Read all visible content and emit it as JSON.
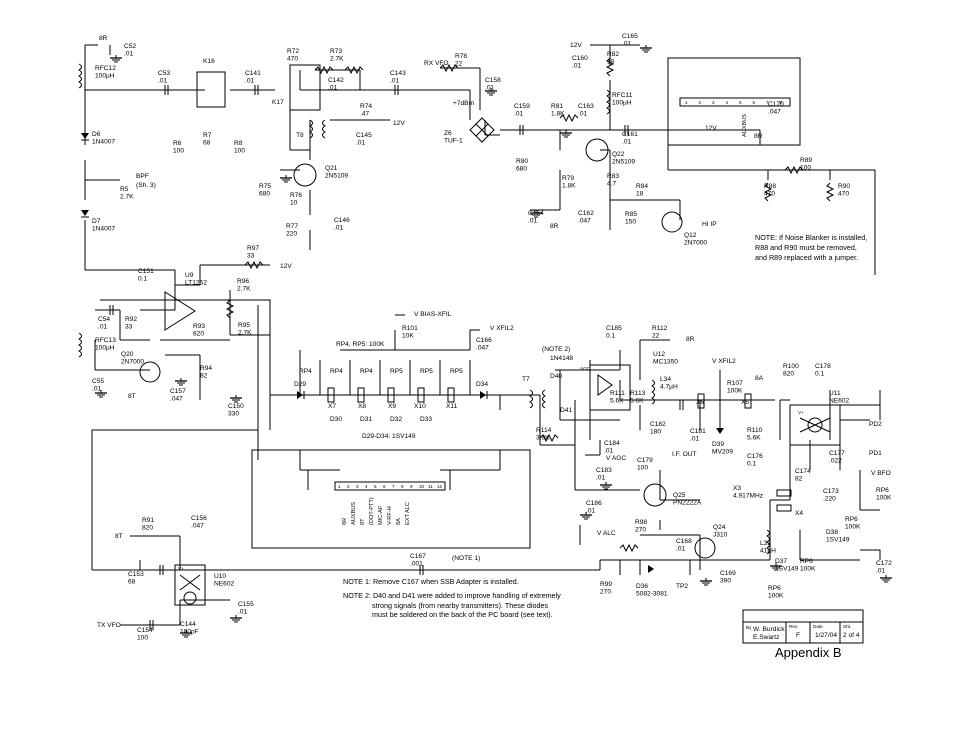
{
  "nets": {
    "n8R": "8R",
    "n12V": "12V",
    "n12V_k17": "12V",
    "n12V_u9": "12V",
    "rx_vfo": "RX VFO",
    "tx_vfo": "TX VFO",
    "plus7dbm": "+7dBm",
    "hi_ip": "HI IP",
    "bpf": "BPF",
    "bpf_sh": "(Sh. 3)",
    "v_bias_xfil": "V BIAS-XFIL",
    "v_xfil2_a": "V XFIL2",
    "v_xfil2_b": "V XFIL2",
    "n8R_u12": "8R",
    "n8A": "8A",
    "n8T_q20": "8T",
    "n8T_u10": "8T",
    "n8R_q22": "8R",
    "v_agc": "V AGC",
    "v_alc": "V ALC",
    "v_bfo": "V BFO",
    "if_out": "I.F. OUT",
    "pd1": "PD1",
    "pd2": "PD2",
    "tp2": "TP2",
    "agc_label": "AGC",
    "n12V_conn": "12V",
    "n8R_conn": "8R",
    "conn_auxbus": "AUXBUS",
    "v_plus": "V+",
    "v_plus2": "V+"
  },
  "components": {
    "c52": [
      "C52",
      ".01"
    ],
    "rfc12": [
      "RFC12",
      "100µH"
    ],
    "c53": [
      "C53",
      ".01"
    ],
    "k16": "K16",
    "k17": "K17",
    "c141": [
      "C141",
      ".01"
    ],
    "r72": [
      "R72",
      "470"
    ],
    "r73": [
      "R73",
      "2.7K"
    ],
    "c142": [
      "C142",
      ".01"
    ],
    "c143": [
      "C143",
      ".01"
    ],
    "r78": [
      "R78",
      "22"
    ],
    "c158": [
      "C158",
      ".01"
    ],
    "r74": [
      "R74",
      ".47"
    ],
    "t8": "T8",
    "c145": [
      "C145",
      ".01"
    ],
    "q21": [
      "Q21",
      "2N5109"
    ],
    "r75": [
      "R75",
      "680"
    ],
    "r76": [
      "R76",
      "10"
    ],
    "r77": [
      "R77",
      "220"
    ],
    "c146": [
      "C146",
      ".01"
    ],
    "r6": [
      "R6",
      "100"
    ],
    "r7": [
      "R7",
      "68"
    ],
    "r8": [
      "R8",
      "100"
    ],
    "d6": [
      "D6",
      "1N4007"
    ],
    "r5": [
      "R5",
      "2.7K"
    ],
    "d7": [
      "D7",
      "1N4007"
    ],
    "z6": [
      "Z6",
      "TUF-1"
    ],
    "c159": [
      "C159",
      ".01"
    ],
    "r81": [
      "R81",
      "1.8K"
    ],
    "c163": [
      "C163",
      ".01"
    ],
    "c160": [
      "C160",
      ".01"
    ],
    "r82": [
      "R82",
      "18"
    ],
    "c165": [
      "C165",
      ".01"
    ],
    "rfc11": [
      "RFC11",
      "100µH"
    ],
    "c161": [
      "C161",
      ".01"
    ],
    "r80": [
      "R80",
      "680"
    ],
    "r79": [
      "R79",
      "1.8K"
    ],
    "q22": [
      "Q22",
      "2N5109"
    ],
    "r83": [
      "R83",
      "4.7"
    ],
    "r84": [
      "R84",
      "18"
    ],
    "c164": [
      "C164",
      ".01"
    ],
    "c162": [
      "C162",
      ".047"
    ],
    "r85": [
      "R85",
      "150"
    ],
    "q12": [
      "Q12",
      "2N7000"
    ],
    "c170": [
      "C170",
      ".047"
    ],
    "r89": [
      "R89",
      "100"
    ],
    "r88": [
      "R88",
      "470"
    ],
    "r90": [
      "R90",
      "470"
    ],
    "r97": [
      "R97",
      "33"
    ],
    "c151": [
      "C151",
      "0.1"
    ],
    "u9": [
      "U9",
      "LT1252"
    ],
    "r96": [
      "R96",
      "2.7K"
    ],
    "c54": [
      "C54",
      ".01"
    ],
    "r92": [
      "R92",
      "33"
    ],
    "r93": [
      "R93",
      "820"
    ],
    "r95": [
      "R95",
      "2.7K"
    ],
    "rfc13": [
      "RFC13",
      "100µH"
    ],
    "q20": [
      "Q20",
      "2N7000"
    ],
    "r94": [
      "R94",
      "82"
    ],
    "c55": [
      "C55",
      ".01"
    ],
    "c157": [
      "C157",
      ".047"
    ],
    "c150": [
      "C150",
      "330"
    ],
    "r101": [
      "R101",
      "10K"
    ],
    "c166": [
      "C166",
      ".047"
    ],
    "rp4_rp5": "RP4, RP5:  100K",
    "rp4a": "RP4",
    "rp4b": "RP4",
    "rp4c": "RP4",
    "rp5a": "RP5",
    "rp5b": "RP5",
    "rp5c": "RP5",
    "d29": "D29",
    "d30": "D30",
    "d31": "D31",
    "d32": "D32",
    "d33": "D33",
    "d34": "D34",
    "x7": "X7",
    "x8": "X8",
    "x9": "X9",
    "x10": "X10",
    "x11": "X11",
    "d29_34": "D29-D34:  1SV149",
    "t7": "T7",
    "r114": [
      "R114",
      "3.9K"
    ],
    "note2_ref": "(NOTE 2)",
    "n4148": "1N4148",
    "d40": "D40",
    "d41": "D41",
    "c185": [
      "C185",
      "0.1"
    ],
    "r112": [
      "R112",
      "22"
    ],
    "u12": [
      "U12",
      "MC1350"
    ],
    "r111": [
      "R111",
      "5.6K"
    ],
    "l34": [
      "L34",
      "4.7µH"
    ],
    "r113": [
      "R113",
      "5.6K"
    ],
    "c184": [
      "C184",
      ".01"
    ],
    "c183": [
      "C183",
      ".01"
    ],
    "c182": [
      "C182",
      "180"
    ],
    "c179": [
      "C179",
      "100"
    ],
    "c181": [
      "C181",
      ".01"
    ],
    "d39": [
      "D39",
      "MV209"
    ],
    "r107": [
      "R107",
      "100K"
    ],
    "x6": "X6",
    "x5": "X5",
    "r110": [
      "R110",
      "5.6K"
    ],
    "c176": [
      "C176",
      "0.1"
    ],
    "r100": [
      "R100",
      "820"
    ],
    "c178": [
      "C178",
      "0.1"
    ],
    "u11": [
      "U11",
      "NE602"
    ],
    "c177": [
      "C177",
      ".022"
    ],
    "c174": [
      "C174",
      "82"
    ],
    "x3": [
      "X3",
      "4.917MHz"
    ],
    "x4": "X4",
    "c173": [
      "C173",
      ".220"
    ],
    "rp6_a": [
      "RP6",
      "100K"
    ],
    "rp6_b": [
      "RP6",
      "100K"
    ],
    "rp6_c": [
      "RP6",
      "100K"
    ],
    "rp6_d": [
      "RP6",
      "100K"
    ],
    "c172": [
      "C172",
      ".01"
    ],
    "l33": [
      "L33",
      "41µH"
    ],
    "d38": [
      "D38",
      "1SV149"
    ],
    "d37": [
      "D37",
      "1SV149"
    ],
    "c169": [
      "C169",
      "390"
    ],
    "q25": [
      "Q25",
      "PN2222A"
    ],
    "c186": [
      "C186",
      ".01"
    ],
    "r98": [
      "R98",
      "270"
    ],
    "c168": [
      "C168",
      ".01"
    ],
    "q24": [
      "Q24",
      "J310"
    ],
    "r99": [
      "R99",
      "270"
    ],
    "d36": [
      "D36",
      "5082-3081"
    ],
    "c167": [
      "C167",
      ".001"
    ],
    "note1_ref": "(NOTE 1)",
    "r91": [
      "R91",
      "820"
    ],
    "c156": [
      "C156",
      ".047"
    ],
    "c153": [
      "C153",
      "68"
    ],
    "u10": [
      "U10",
      "NE602"
    ],
    "c155": [
      "C155",
      ".01"
    ],
    "c144": [
      "C144",
      "100pF"
    ],
    "c154": [
      "C154",
      "100"
    ]
  },
  "connector_pins": {
    "top_right": [
      "1",
      "2",
      "3",
      "4",
      "5",
      "6",
      "7",
      "8"
    ],
    "bottom": [
      "1",
      "2",
      "3",
      "4",
      "5",
      "6",
      "7",
      "8",
      "9",
      "10",
      "11",
      "12"
    ],
    "bottom_labels": [
      "8R",
      "AUXBUS",
      "8T",
      "(DOT-PTT)",
      "MIC-AF",
      "V-RF-H",
      "8A",
      "EXT ALC"
    ]
  },
  "notes": {
    "blanker": [
      "NOTE: If Noise Blanker is installed,",
      "R88 and R90 must be removed,",
      "and R89 replaced with a jumper."
    ],
    "note1": "NOTE 1:  Remove C167 when SSB Adapter is installed.",
    "note2": [
      "NOTE 2:  D40 and D41 were added to improve handling of extremely",
      "strong signals (from nearby transmitters). These diodes",
      "must be soldered on the back of the PC board (see text)."
    ]
  },
  "title_block": {
    "by_label": "By",
    "by": [
      "W. Burdick",
      "E.Swartz"
    ],
    "rev_label": "Rev.",
    "rev": "F",
    "date_label": "Date",
    "date": "1/27/04",
    "sht_label": "Sht.",
    "sht": "2 of 4"
  },
  "appendix": "Appendix B"
}
